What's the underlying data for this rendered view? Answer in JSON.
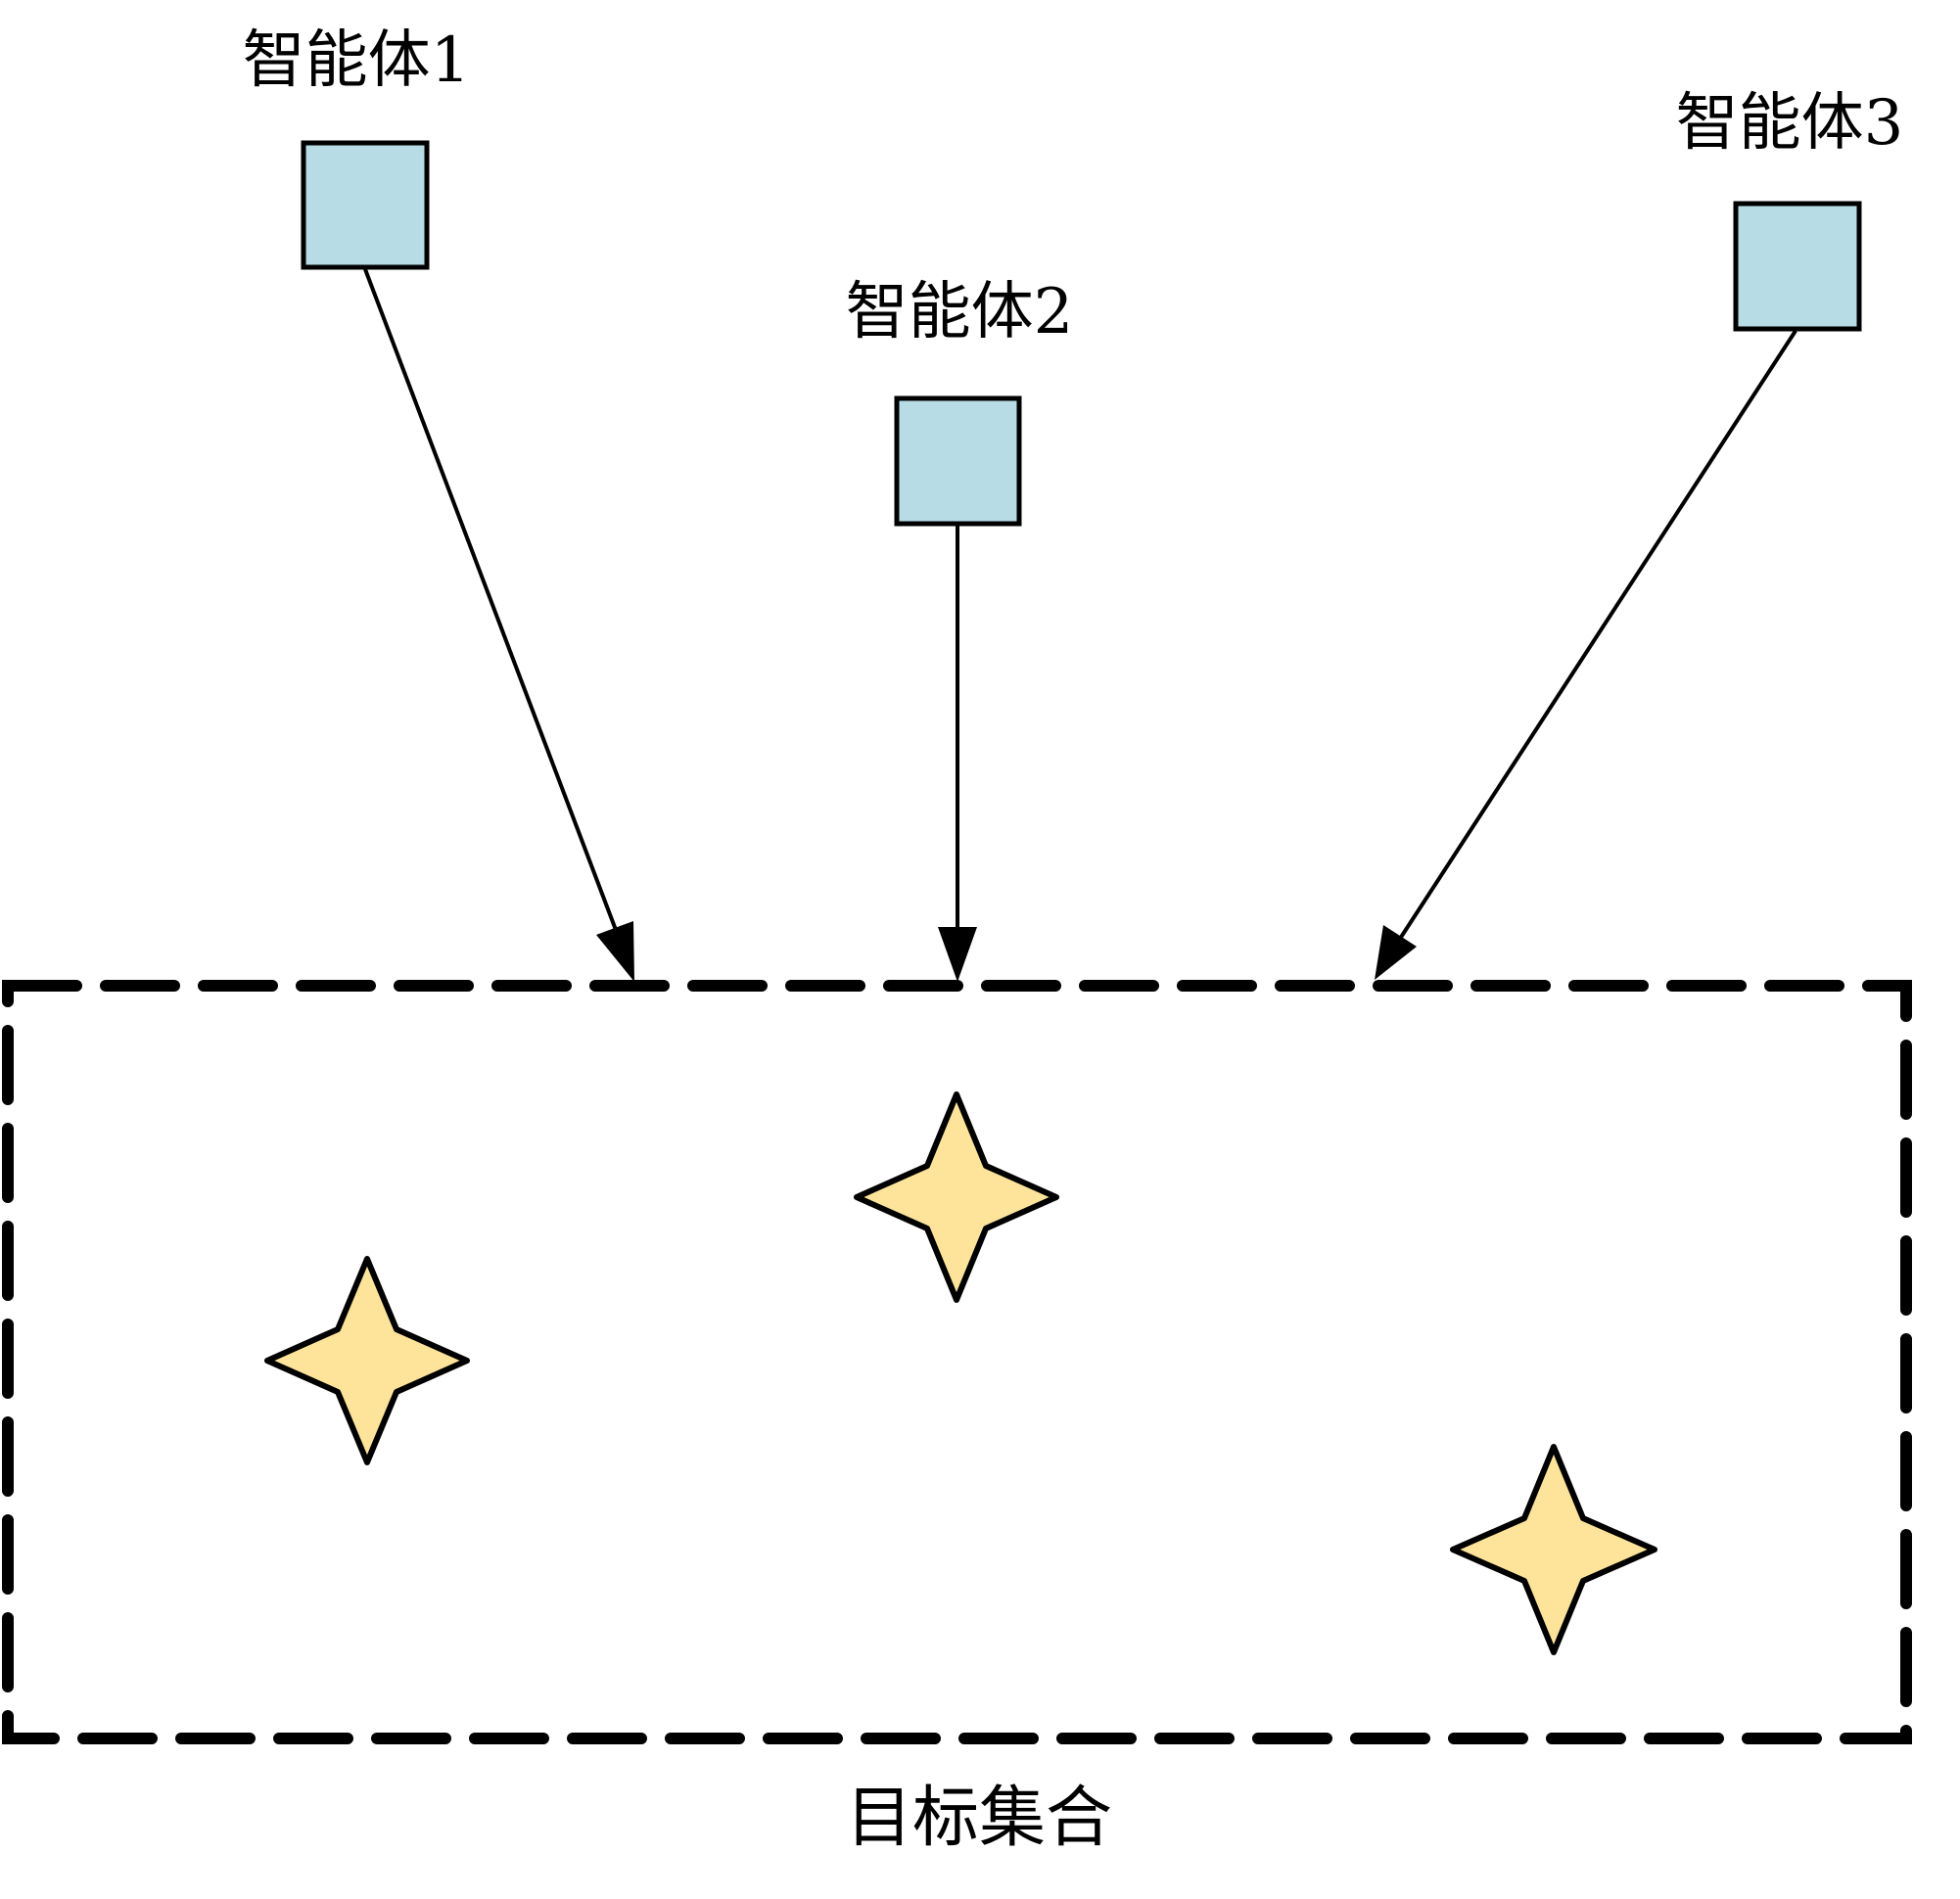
{
  "diagram": {
    "agents": [
      {
        "id": "agent-1",
        "label": "智能体1"
      },
      {
        "id": "agent-2",
        "label": "智能体2"
      },
      {
        "id": "agent-3",
        "label": "智能体3"
      }
    ],
    "target_set": {
      "label": "目标集合",
      "target_count": 3,
      "target_icon": "four-point-star-icon"
    },
    "agent_icon": "square-icon",
    "colors": {
      "agent_fill": "#b7dce6",
      "target_fill": "#fde49a",
      "stroke": "#000000",
      "background": "#ffffff"
    }
  }
}
